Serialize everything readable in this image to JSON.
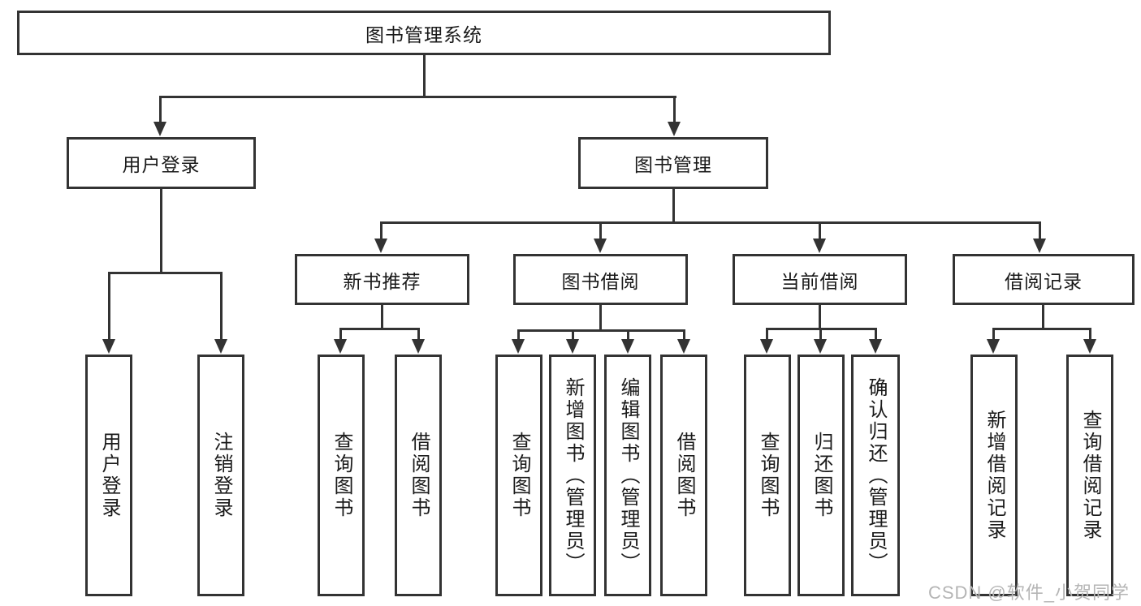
{
  "diagram": {
    "root": {
      "label": "图书管理系统"
    },
    "user_login": {
      "label": "用户登录",
      "children": [
        {
          "label": "用户登录"
        },
        {
          "label": "注销登录"
        }
      ]
    },
    "book_mgmt": {
      "label": "图书管理"
    },
    "new_books": {
      "label": "新书推荐",
      "children": [
        {
          "label": "查询图书"
        },
        {
          "label": "借阅图书"
        }
      ]
    },
    "book_borrow": {
      "label": "图书借阅",
      "children": [
        {
          "label": "查询图书"
        },
        {
          "label": "新增图书（管理员）"
        },
        {
          "label": "编辑图书（管理员）"
        },
        {
          "label": "借阅图书"
        }
      ]
    },
    "current_borrow": {
      "label": "当前借阅",
      "children": [
        {
          "label": "查询图书"
        },
        {
          "label": "归还图书"
        },
        {
          "label": "确认归还（管理员）"
        }
      ]
    },
    "borrow_records": {
      "label": "借阅记录",
      "children": [
        {
          "label": "新增借阅记录"
        },
        {
          "label": "查询借阅记录"
        }
      ]
    }
  },
  "watermark": {
    "text": "CSDN @软件_小贺同学"
  },
  "colors": {
    "line": "#333333",
    "text": "#1a1a1a",
    "watermark": "#b5b5b5",
    "background": "#ffffff"
  }
}
